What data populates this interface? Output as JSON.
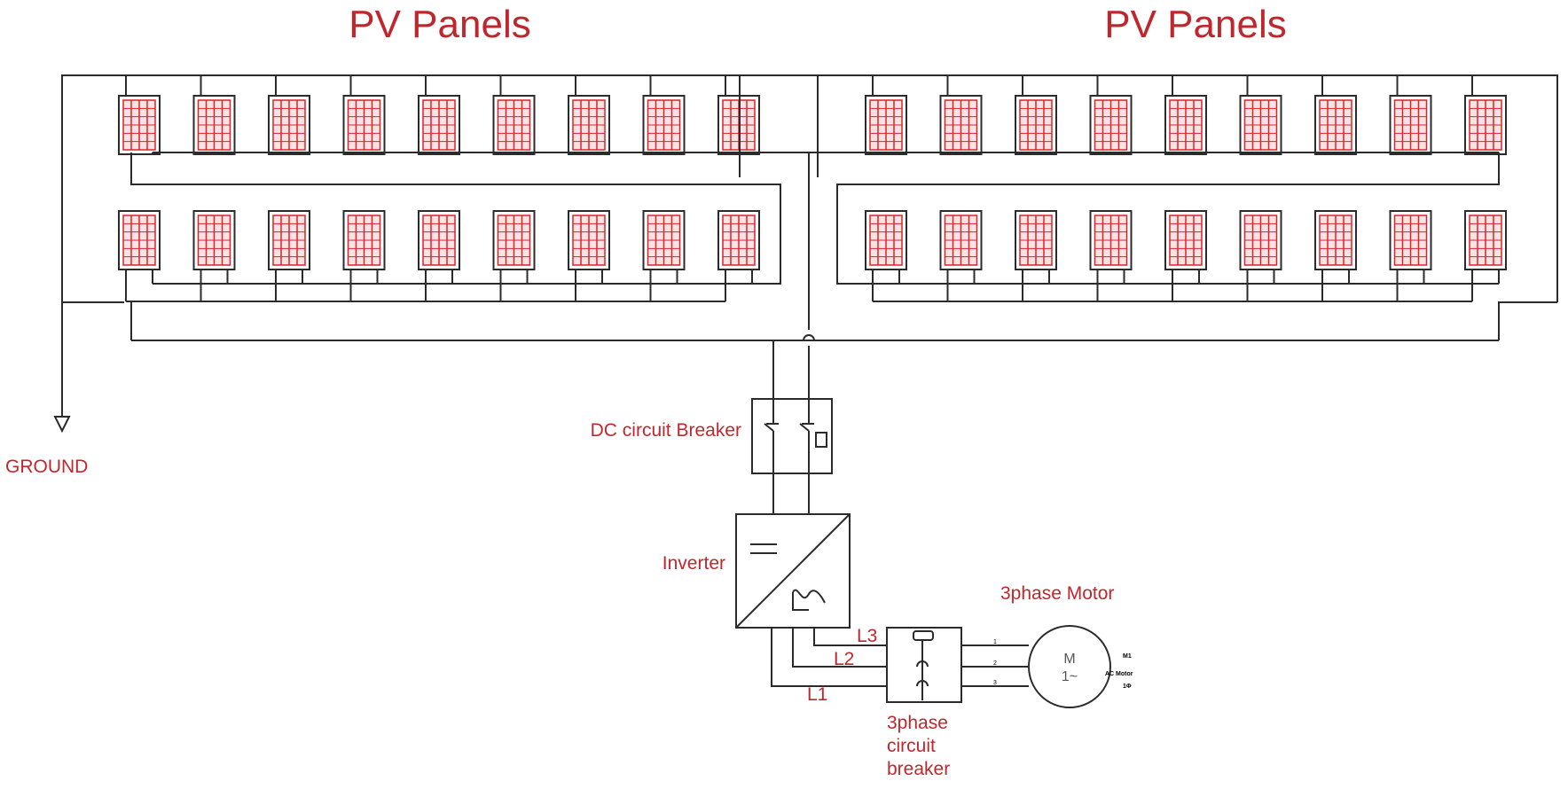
{
  "titles": {
    "left": "PV Panels",
    "right": "PV Panels"
  },
  "labels": {
    "ground": "GROUND",
    "dc_breaker": "DC circuit Breaker",
    "inverter": "Inverter",
    "motor": "3phase Motor",
    "breaker_3ph_line1": "3phase",
    "breaker_3ph_line2": "circuit",
    "breaker_3ph_line3": "breaker",
    "l1": "L1",
    "l2": "L2",
    "l3": "L3",
    "motor_symbol_m": "M",
    "motor_symbol_phase": "1~",
    "motor_side_1": "M1",
    "motor_side_2": "AC Motor",
    "motor_side_3": "1Φ",
    "terminal_1": "1",
    "terminal_2": "2",
    "terminal_3": "3"
  },
  "panel_arrays": {
    "panels_per_row": 9,
    "rows_per_array": 2,
    "arrays": 2
  },
  "colors": {
    "text_red": "#c0272d",
    "panel_red": "#d9232e",
    "line": "#2b2b2b"
  }
}
